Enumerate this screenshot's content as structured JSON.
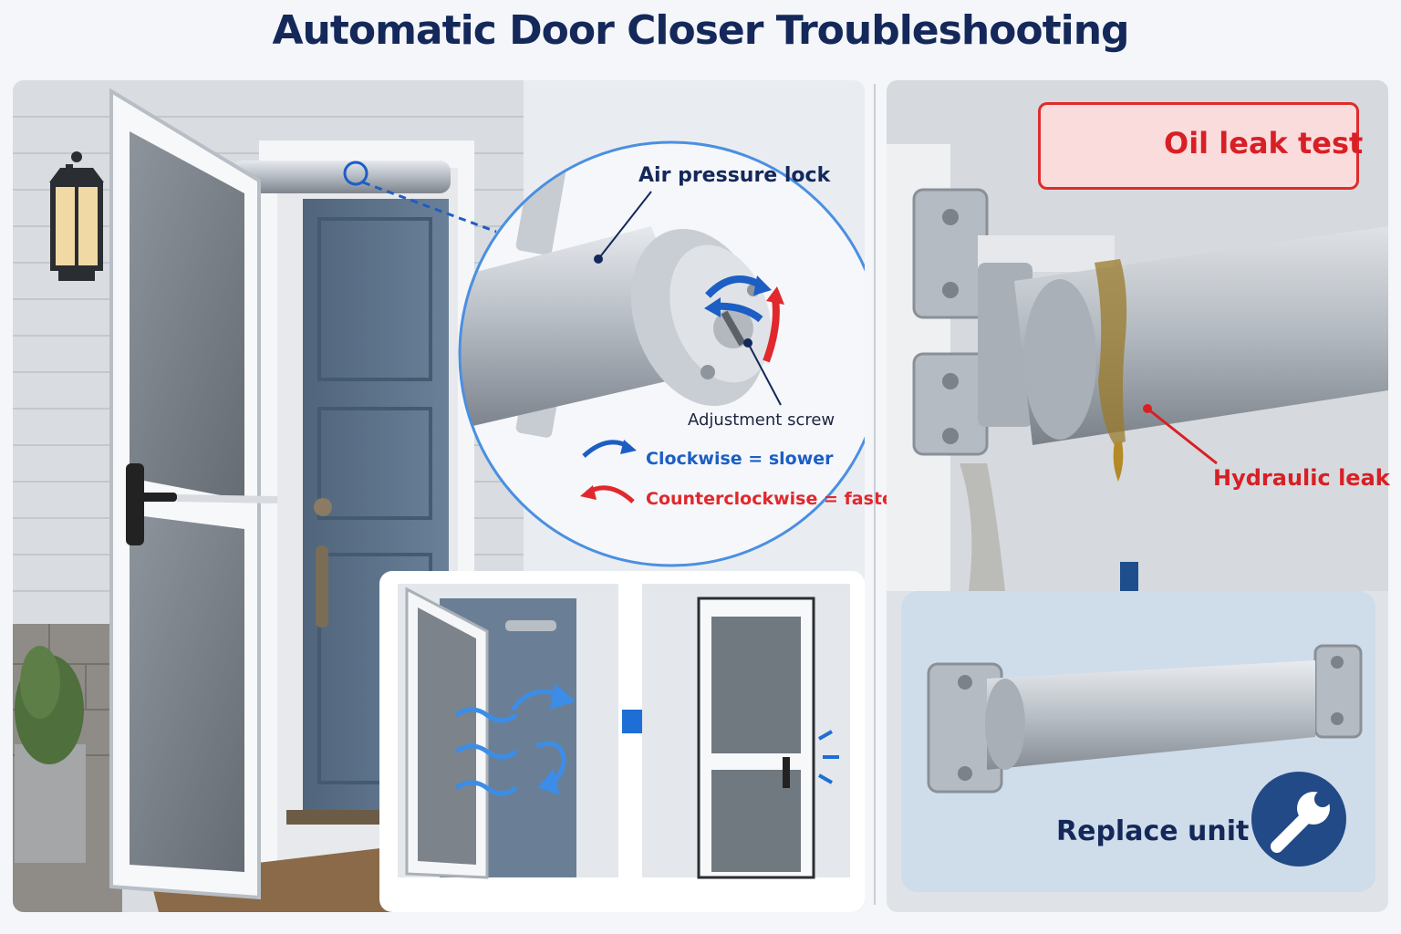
{
  "title": "Automatic Door Closer Troubleshooting",
  "colors": {
    "navy": "#14285a",
    "accent_blue": "#1d5ec5",
    "alert_red": "#d81f26",
    "metal": "#b8bec6"
  },
  "adjustment_panel": {
    "air_pressure_lock": "Air pressure lock",
    "adjustment_screw": "Adjustment screw",
    "clockwise": "Clockwise = slower",
    "counterclockwise": "Counterclockwise = faster"
  },
  "leak_panel": {
    "oil_leak_test": "Oil leak test",
    "hydraulic_leak": "Hydraulic leak",
    "replace_unit": "Replace unit"
  },
  "icons": [
    "warning-icon",
    "wrench-icon",
    "arrow-right-icon",
    "arrow-down-icon",
    "wind-icon",
    "rotation-arrow-icon",
    "wall-lantern-icon"
  ]
}
